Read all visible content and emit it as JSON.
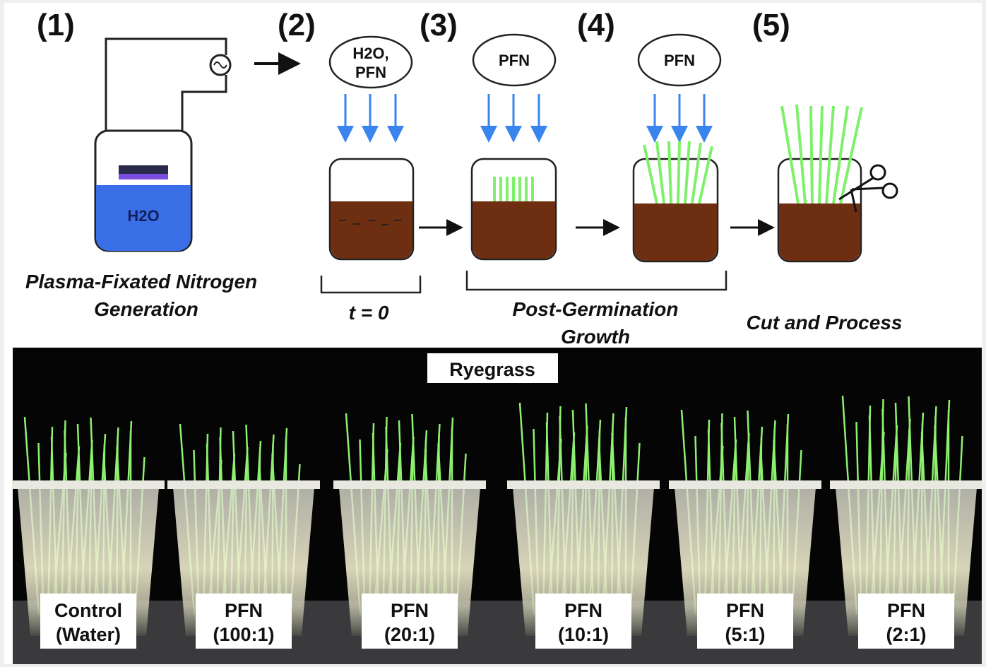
{
  "steps": [
    "(1)",
    "(2)",
    "(3)",
    "(4)",
    "(5)"
  ],
  "generator": {
    "water_label": "H2O",
    "caption_line1": "Plasma-Fixated Nitrogen",
    "caption_line2": "Generation"
  },
  "ovals": [
    {
      "line1": "H2O,",
      "line2": "PFN"
    },
    {
      "line1": "PFN",
      "line2": ""
    },
    {
      "line1": "PFN",
      "line2": ""
    }
  ],
  "captions": {
    "t0": "t = 0",
    "growth_line1": "Post-Germination",
    "growth_line2": "Growth",
    "cut": "Cut and Process"
  },
  "photo": {
    "title": "Ryegrass",
    "cups": [
      {
        "line1": "Control",
        "line2": "(Water)"
      },
      {
        "line1": "PFN",
        "line2": "(100:1)"
      },
      {
        "line1": "PFN",
        "line2": "(20:1)"
      },
      {
        "line1": "PFN",
        "line2": "(10:1)"
      },
      {
        "line1": "PFN",
        "line2": "(5:1)"
      },
      {
        "line1": "PFN",
        "line2": "(2:1)"
      }
    ]
  },
  "colors": {
    "water": "#3a6ee6",
    "soil": "#6e2e12",
    "grass": "#7ef06a",
    "arrow_blue": "#3a84f0"
  }
}
